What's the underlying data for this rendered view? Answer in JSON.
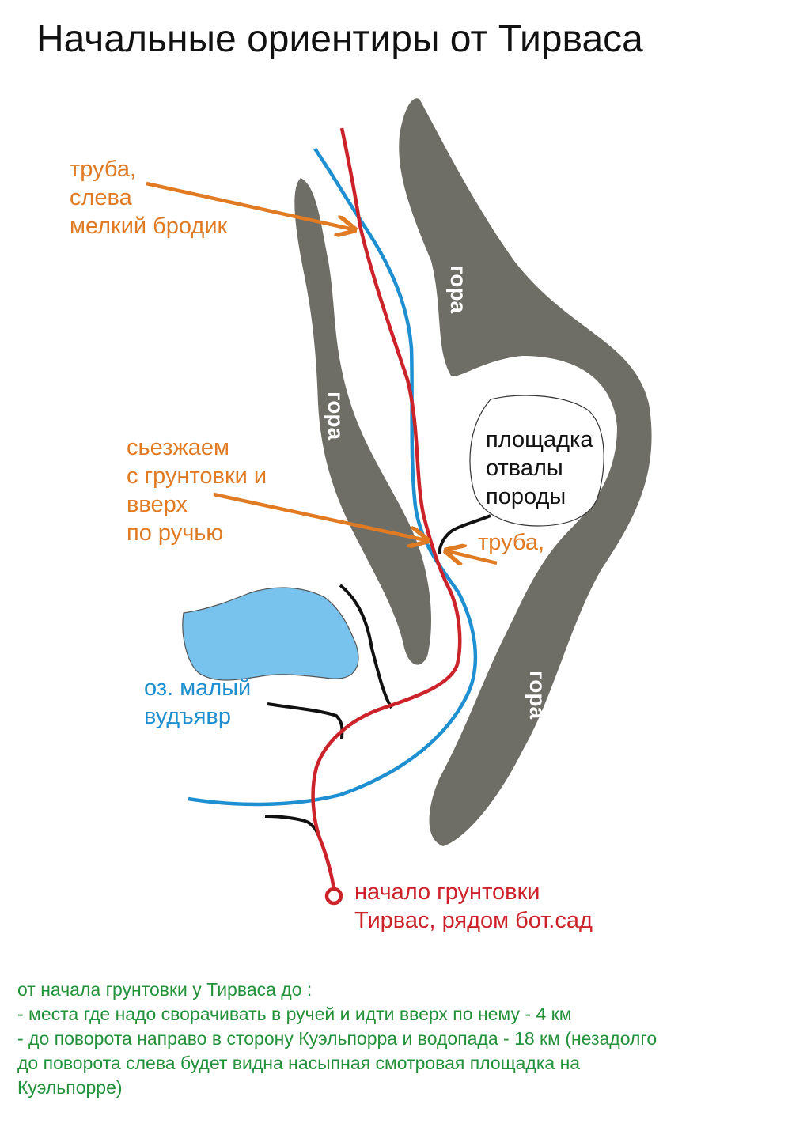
{
  "title": "Начальные ориентиры от Тирваса",
  "colors": {
    "mountain": "#6e6e66",
    "lake": "#78c3ee",
    "road": "#cc2229",
    "stream": "#1e8fd0",
    "annotation": "#e07b24",
    "notes": "#22913a"
  },
  "labels": {
    "pipe_ford": [
      "труба,",
      "слева",
      "мелкий бродик"
    ],
    "turn_off": [
      "сьезжаем",
      "с грунтовки и",
      "вверх",
      "по ручью"
    ],
    "pipe2": "труба,",
    "platform": [
      "площадка",
      "отвалы",
      "породы"
    ],
    "lake": [
      "оз. малый",
      "вудъявр"
    ],
    "start": [
      "начало грунтовки",
      "Тирвас, рядом бот.сад"
    ],
    "mountain_1": "гора",
    "mountain_2": "гора",
    "mountain_3": "гора"
  },
  "notes": [
    "от начала грунтовки у Тирваса до :",
    "- места где надо сворачивать в ручей и идти вверх по нему - 4 км",
    "- до поворота направо в сторону Куэльпорра и водопада - 18 км (незадолго",
    "до поворота слева будет видна насыпная смотровая площадка на",
    "Куэльпорре)"
  ]
}
